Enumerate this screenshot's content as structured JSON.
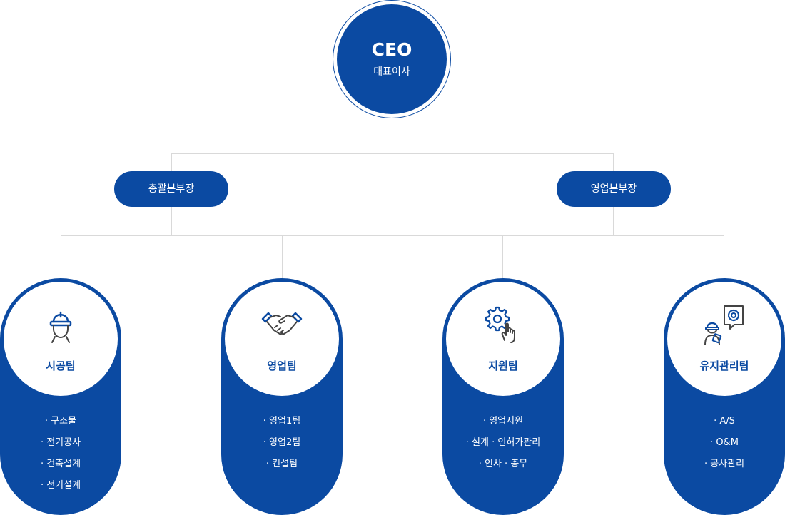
{
  "ceo": {
    "title": "CEO",
    "subtitle": "대표이사"
  },
  "divisions": [
    {
      "label": "총괄본부장"
    },
    {
      "label": "영업본부장"
    }
  ],
  "teams": [
    {
      "name": "시공팀",
      "icon": "construction-worker-icon",
      "items": [
        "· 구조물",
        "· 전기공사",
        "· 건축설계",
        "· 전기설계"
      ]
    },
    {
      "name": "영업팀",
      "icon": "handshake-icon",
      "items": [
        "· 영업1팀",
        "· 영업2팀",
        "· 컨설팀"
      ]
    },
    {
      "name": "지원팀",
      "icon": "gear-touch-icon",
      "items": [
        "· 영업지원",
        "·  설계 · 인허가관리",
        "· 인사 · 총무"
      ]
    },
    {
      "name": "유지관리팀",
      "icon": "maintenance-worker-icon",
      "items": [
        "· A/S",
        "· O&M",
        "· 공사관리"
      ]
    }
  ],
  "colors": {
    "brand": "#0b4aa2",
    "connector": "#d9d9d9",
    "icon": "#444444"
  }
}
